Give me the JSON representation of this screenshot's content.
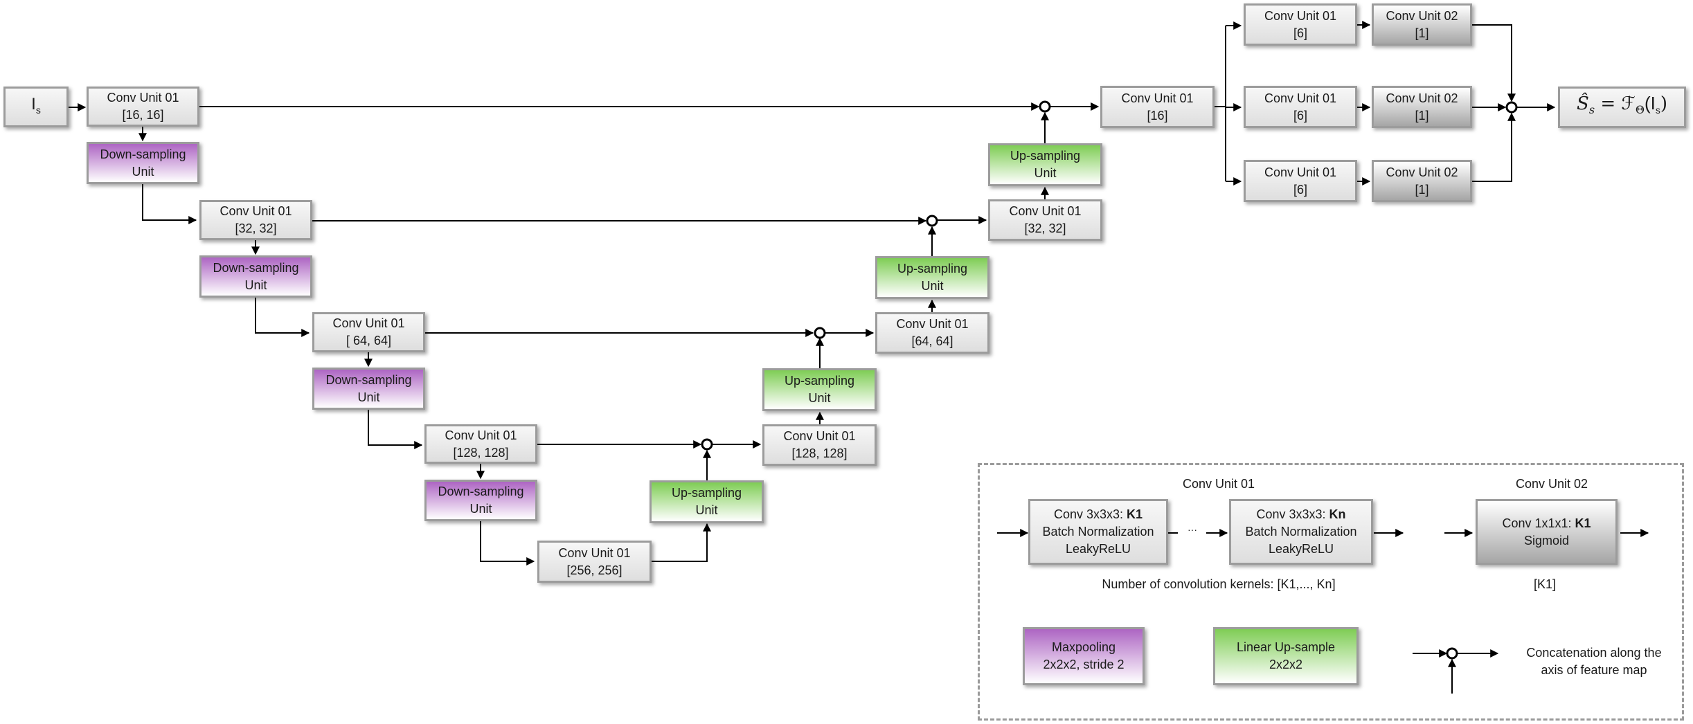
{
  "input": {
    "symbol": "I",
    "sub": "s"
  },
  "output": {
    "formula": "Ŝ",
    "sub": "s",
    "rhs": "= ℱ",
    "theta": "Θ",
    "arg": "(I",
    "argsub": "s",
    "close": ")"
  },
  "encoder": {
    "l1": {
      "title": "Conv Unit 01",
      "param": "[16, 16]"
    },
    "l2": {
      "title": "Conv Unit 01",
      "param": "[32, 32]"
    },
    "l3": {
      "title": "Conv Unit 01",
      "param": "[ 64, 64]"
    },
    "l4": {
      "title": "Conv Unit 01",
      "param": "[128, 128]"
    },
    "bottleneck": {
      "title": "Conv Unit 01",
      "param": "[256, 256]"
    }
  },
  "down": {
    "line1": "Down-sampling",
    "line2": "Unit"
  },
  "up": {
    "line1": "Up-sampling",
    "line2": "Unit"
  },
  "decoder": {
    "l4": {
      "title": "Conv Unit 01",
      "param": "[128, 128]"
    },
    "l3": {
      "title": "Conv Unit 01",
      "param": "[64, 64]"
    },
    "l2": {
      "title": "Conv Unit 01",
      "param": "[32, 32]"
    },
    "l1": {
      "title": "Conv Unit 01",
      "param": "[16]"
    }
  },
  "heads": [
    {
      "c1_title": "Conv Unit 01",
      "c1_param": "[6]",
      "c2_title": "Conv Unit 02",
      "c2_param": "[1]"
    },
    {
      "c1_title": "Conv Unit 01",
      "c1_param": "[6]",
      "c2_title": "Conv Unit 02",
      "c2_param": "[1]"
    },
    {
      "c1_title": "Conv Unit 01",
      "c1_param": "[6]",
      "c2_title": "Conv Unit 02",
      "c2_param": "[1]"
    }
  ],
  "legend": {
    "conv01_title": "Conv Unit 01",
    "conv02_title": "Conv Unit 02",
    "block1": {
      "line1_prefix": "Conv 3x3x3: ",
      "line1_bold": "K1",
      "line2": "Batch Normalization",
      "line3": "LeakyReLU"
    },
    "block2": {
      "line1_prefix": "Conv 3x3x3: ",
      "line1_bold": "Kn",
      "line2": "Batch Normalization",
      "line3": "LeakyReLU"
    },
    "ellipsis": "···",
    "conv01_note": "Number of convolution kernels: [K1,..., Kn]",
    "conv02_block": {
      "line1_prefix": "Conv 1x1x1: ",
      "line1_bold": "K1",
      "line2": "Sigmoid"
    },
    "conv02_note": "[K1]",
    "maxpool": {
      "line1": "Maxpooling",
      "line2": "2x2x2, stride 2"
    },
    "upsample": {
      "line1": "Linear Up-sample",
      "line2": "2x2x2"
    },
    "concat_desc": {
      "line1": "Concatenation along the",
      "line2": "axis of feature map"
    }
  }
}
